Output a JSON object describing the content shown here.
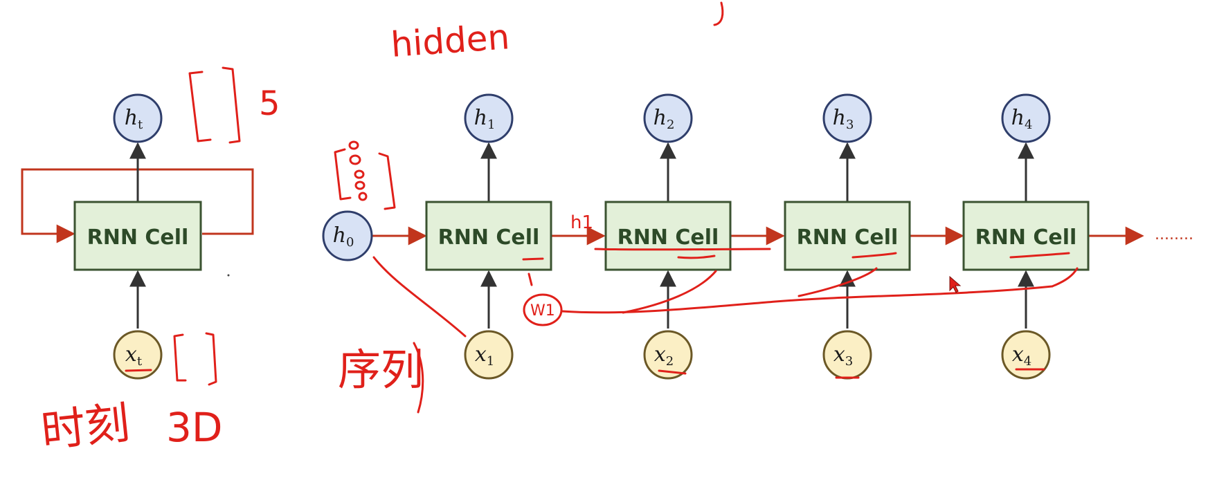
{
  "diagram": {
    "colors": {
      "arrow": "#c1351d",
      "annotation": "#e0201a",
      "cell_fill": "#e3f0d9",
      "cell_stroke": "#3b5331",
      "hidden_fill": "#d8e2f5",
      "hidden_stroke": "#2f3e6b",
      "input_fill": "#fbefc5",
      "input_stroke": "#6b5826"
    },
    "folded": {
      "cell_label": "RNN Cell",
      "hidden": {
        "var": "h",
        "sub": "t"
      },
      "input": {
        "var": "x",
        "sub": "t"
      }
    },
    "initial_state": {
      "var": "h",
      "sub": "0"
    },
    "unrolled": [
      {
        "cell_label": "RNN Cell",
        "hidden": {
          "var": "h",
          "sub": "1"
        },
        "input": {
          "var": "x",
          "sub": "1"
        }
      },
      {
        "cell_label": "RNN Cell",
        "hidden": {
          "var": "h",
          "sub": "2"
        },
        "input": {
          "var": "x",
          "sub": "2"
        }
      },
      {
        "cell_label": "RNN Cell",
        "hidden": {
          "var": "h",
          "sub": "3"
        },
        "input": {
          "var": "x",
          "sub": "3"
        }
      },
      {
        "cell_label": "RNN Cell",
        "hidden": {
          "var": "h",
          "sub": "4"
        },
        "input": {
          "var": "x",
          "sub": "4"
        }
      }
    ],
    "continuation": "........"
  },
  "annotations": {
    "hidden_word": "hidden",
    "size_five": "5",
    "sequence_chars": "序列",
    "three_d": "3D",
    "timestep_chars": "时刻",
    "weight_label": "W1",
    "h1_label": "h1"
  }
}
